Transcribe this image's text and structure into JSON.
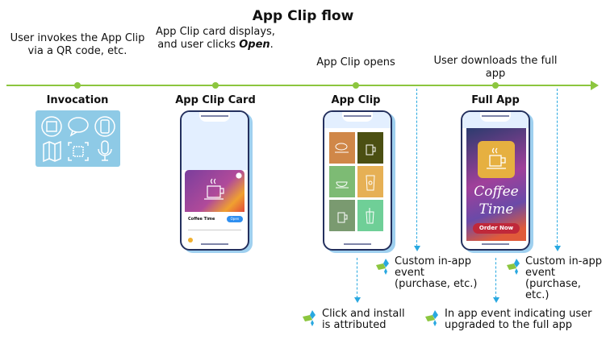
{
  "title": "App Clip flow",
  "steps": [
    {
      "text": "User invokes the App Clip via a QR code, etc.",
      "label": "Invocation"
    },
    {
      "text_before": "App Clip card displays, and user clicks ",
      "text_em": "Open",
      "text_after": ".",
      "label": "App Clip Card"
    },
    {
      "text": "App Clip opens",
      "label": "App Clip"
    },
    {
      "text": "User downloads the full app",
      "label": "Full App"
    }
  ],
  "invocation_icons": [
    "nfc-icon",
    "message-icon",
    "phone-icon",
    "map-icon",
    "qr-code-icon",
    "microphone-icon"
  ],
  "card": {
    "app_name": "Coffee Time",
    "open_label": "Open"
  },
  "full_app": {
    "brand": "Coffee Time",
    "cta": "Order Now"
  },
  "notes": {
    "custom1": "Custom in-app event (purchase, etc.)",
    "custom2": "Custom in-app event (purchase, etc.)",
    "install": "Click and install is attributed",
    "upgrade": "In app event indicating user upgraded to the full app"
  },
  "colors": {
    "timeline": "#8cc63f",
    "dash": "#29a8e0",
    "invocation_bg": "#8ecae6",
    "phone_border": "#24305e"
  }
}
